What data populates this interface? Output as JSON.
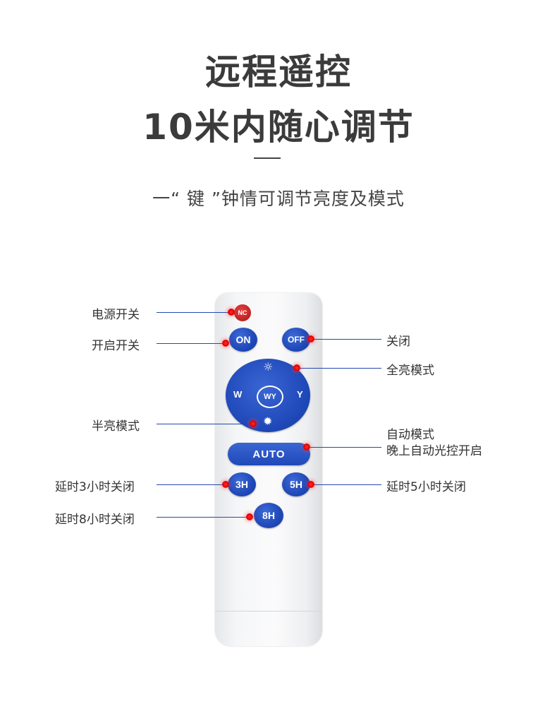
{
  "heading": {
    "line1": "远程遥控",
    "line2": "10米内随心调节",
    "subtitle": "一“ 键 ”钟情可调节亮度及模式"
  },
  "remote": {
    "nc": "NC",
    "on": "ON",
    "off": "OFF",
    "w": "W",
    "y": "Y",
    "center": "WY",
    "auto": "AUTO",
    "h3": "3H",
    "h5": "5H",
    "h8": "8H"
  },
  "callouts": {
    "power": "电源开关",
    "on": "开启开关",
    "off": "关闭",
    "full": "全亮模式",
    "half": "半亮模式",
    "auto_line1": "自动模式",
    "auto_line2": "晚上自动光控开启",
    "h3": "延时3小时关闭",
    "h5": "延时5小时关闭",
    "h8": "延时8小时关闭"
  },
  "colors": {
    "button_blue": "#1f48b8",
    "power_red": "#c01818",
    "callout_line": "#2448b0",
    "marker_red": "#ff2a2a"
  },
  "icons": [
    "sun-full-icon",
    "sun-half-icon"
  ]
}
